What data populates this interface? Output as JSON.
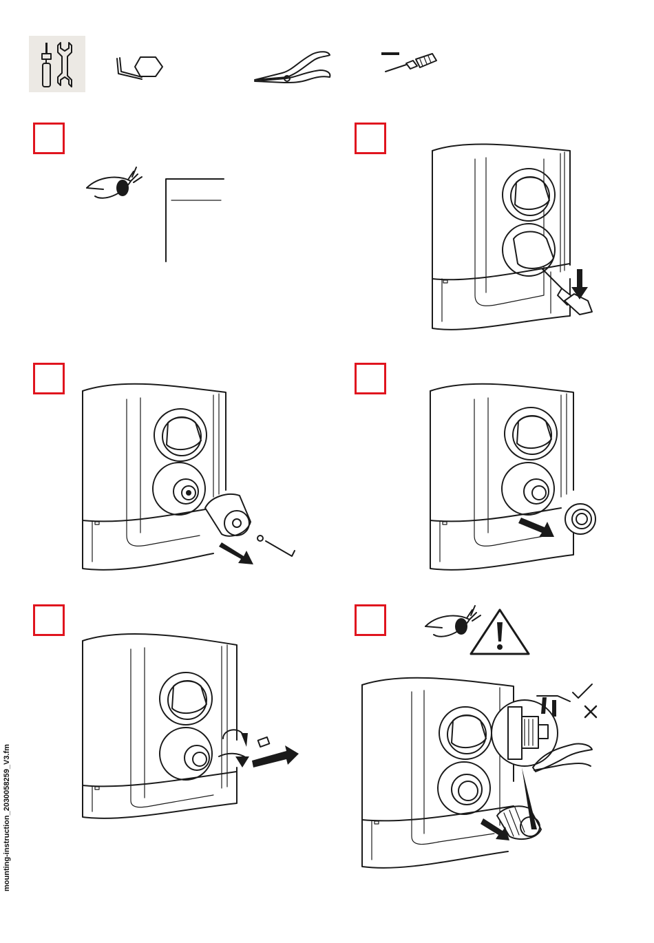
{
  "footer": {
    "filename": "mounting-instruction_2030058259_V3.fm"
  },
  "colors": {
    "step_frame": "#e0141e",
    "tools_background": "#ece9e4",
    "line": "#1a1a1a"
  },
  "icons": {
    "tools": [
      "screwdriver-wrench-icon",
      "hex-key-icon",
      "pliers-icon",
      "flat-screwdriver-icon"
    ],
    "caution": [
      "eye-icon",
      "warning-triangle-icon",
      "check-mark-icon",
      "cross-mark-icon"
    ]
  },
  "steps": [
    {
      "name": "step-1",
      "content": "inspect"
    },
    {
      "name": "step-2",
      "content": "lever-off-handle"
    },
    {
      "name": "step-3",
      "content": "remove-sleeve"
    },
    {
      "name": "step-4",
      "content": "remove-ring"
    },
    {
      "name": "step-5",
      "content": "unscrew-stop"
    },
    {
      "name": "step-6",
      "content": "pull-cartridge"
    }
  ]
}
